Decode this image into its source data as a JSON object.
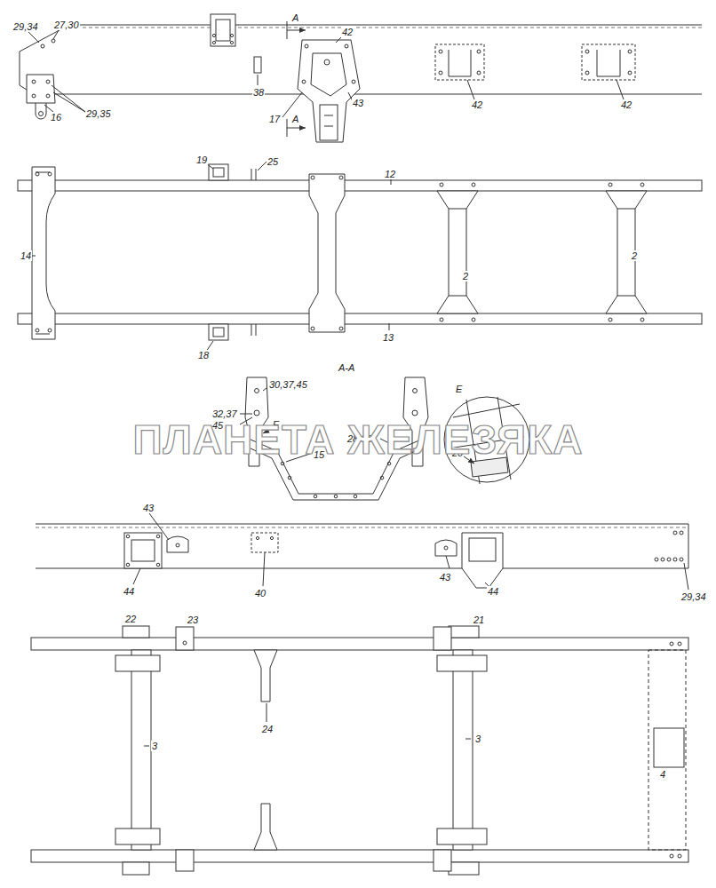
{
  "diagram": {
    "labels": [
      "29,34",
      "27,30",
      "A",
      "42",
      "16",
      "29,35",
      "38",
      "17",
      "43",
      "A",
      "42",
      "42",
      "19",
      "25",
      "12",
      "2",
      "2",
      "14",
      "13",
      "18",
      "A-A",
      "30,37,45",
      "32,37",
      "45",
      "E",
      "28,33",
      "15",
      "ПЛАНЕТА ЖЕЛЕЗЯКА",
      "E",
      "20",
      "43",
      "44",
      "40",
      "43",
      "44",
      "29,34",
      "22",
      "23",
      "21",
      "24",
      "3",
      "3",
      "4"
    ]
  }
}
